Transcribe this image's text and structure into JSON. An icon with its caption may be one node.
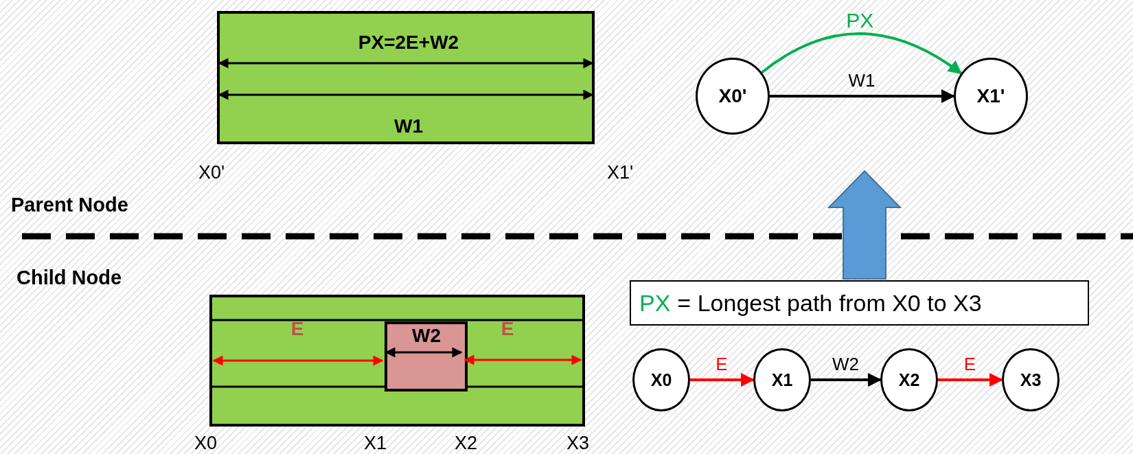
{
  "diagram": {
    "nodes": [
      {
        "text": [
          "PX=2E+W2",
          "W1"
        ]
      },
      {
        "text": [
          "E",
          "W2",
          "E"
        ]
      },
      {
        "text": [
          "X0'"
        ]
      },
      {
        "text": [
          "X1'"
        ]
      },
      {
        "text": [
          "PX",
          "= Longest path from X0 to X3"
        ]
      },
      {
        "text": [
          "X0"
        ]
      },
      {
        "text": [
          "X1"
        ]
      },
      {
        "text": [
          "X2"
        ]
      },
      {
        "text": [
          "X3"
        ]
      }
    ],
    "edges": [
      {
        "from": 2,
        "to": 3,
        "arrow": "to",
        "label": "W1"
      },
      {
        "from": 2,
        "to": 3,
        "arrow": "to",
        "label": "PX",
        "color": "#00b050"
      },
      {
        "from": 5,
        "to": 6,
        "arrow": "to",
        "label": "E",
        "color": "#ff0000"
      },
      {
        "from": 6,
        "to": 7,
        "arrow": "to",
        "label": "W2"
      },
      {
        "from": 7,
        "to": 8,
        "arrow": "to",
        "label": "E",
        "color": "#ff0000"
      }
    ],
    "labels": [
      "X0'",
      "X1'",
      "Parent Node",
      "Child Node",
      "X0",
      "X1",
      "X2",
      "X3"
    ]
  }
}
